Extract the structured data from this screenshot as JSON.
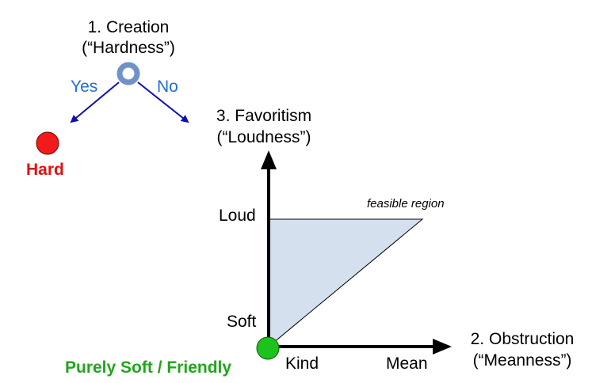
{
  "decision": {
    "title_line1": "1. Creation",
    "title_line2": "(“Hardness”)",
    "yes_label": "Yes",
    "no_label": "No",
    "hard_label": "Hard"
  },
  "y_axis": {
    "title_line1": "3. Favoritism",
    "title_line2": "(“Loudness”)",
    "high_label": "Loud",
    "low_label": "Soft"
  },
  "x_axis": {
    "title_line1": "2. Obstruction",
    "title_line2": "(“Meanness”)",
    "low_label": "Kind",
    "high_label": "Mean"
  },
  "region_label": "feasible region",
  "origin_label": "Purely Soft / Friendly",
  "colors": {
    "root_node": "#6f93c8",
    "hard_node": "#f21b1b",
    "origin_node": "#1dc21d",
    "branch_arrow": "#1010b0",
    "region_fill": "#d5e0ef",
    "yes_no_text": "#1f6fd6"
  }
}
